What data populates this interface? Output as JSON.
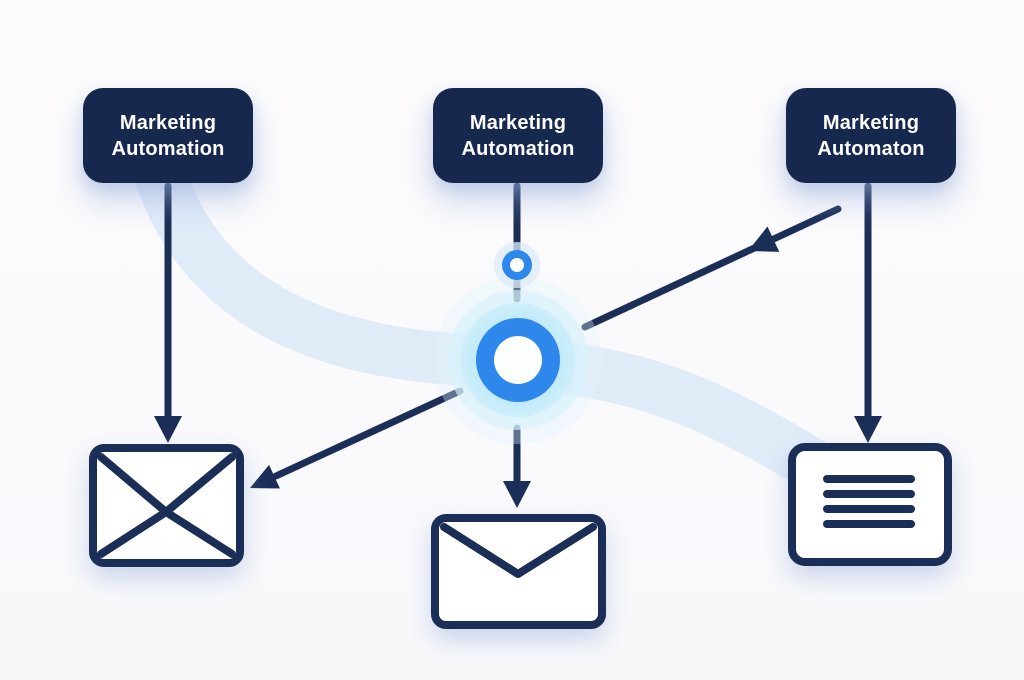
{
  "diagram": {
    "type": "flowchart",
    "nodes": [
      {
        "id": "left",
        "label": "Marketing Automation"
      },
      {
        "id": "center",
        "label": "Marketing Automation"
      },
      {
        "id": "right",
        "label": "Marketing Automaton"
      }
    ],
    "hub": {
      "name": "central-hub-ring",
      "connector": "small-ring-connector"
    },
    "icons": [
      {
        "id": "left",
        "name": "envelope-crossed-icon"
      },
      {
        "id": "center",
        "name": "envelope-icon"
      },
      {
        "id": "right",
        "name": "document-lines-icon"
      }
    ],
    "colors": {
      "node_fill": "#16284e",
      "node_text": "#ffffff",
      "arrow": "#1b2e57",
      "hub_blue": "#2e87ea",
      "hub_glow": "#d6f2fb",
      "flow_band": "#d5e4f7",
      "icon_fill": "#ffffff",
      "background": "#faf9fc"
    }
  }
}
